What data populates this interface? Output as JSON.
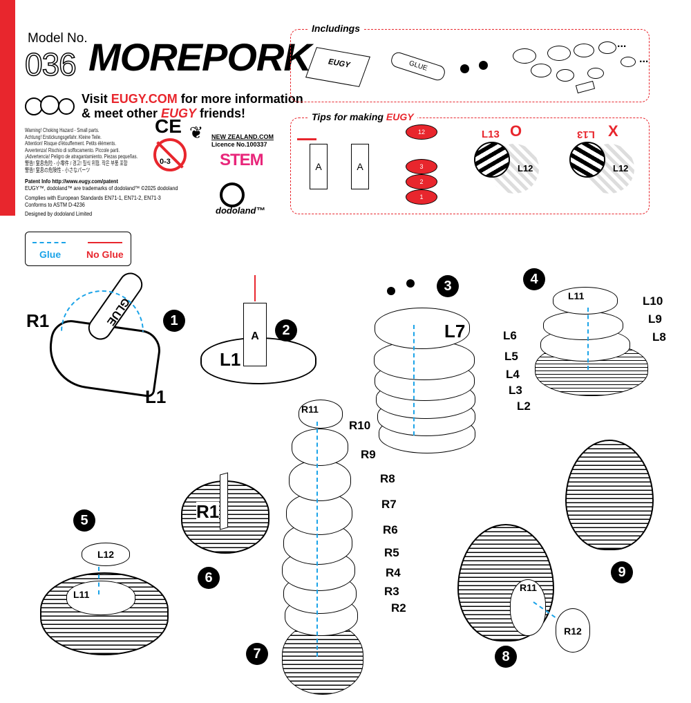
{
  "header": {
    "model_label": "Model No.",
    "model_number": "036",
    "title": "MOREPORK",
    "visit_prefix": "Visit ",
    "visit_site": "EUGY.COM",
    "visit_suffix": " for more information",
    "meet_prefix": "& meet other ",
    "meet_brand": "EUGY",
    "meet_suffix": " friends!"
  },
  "warnings": [
    "Warning! Choking Hazard - Small parts.",
    "Achtung! Erstickungsgefahr. Kleine Teile.",
    "Attention! Risque d'étouffement. Petits éléments.",
    "Avvertenza! Rischio di soffocamento. Piccole parti.",
    "¡Advertencia! Peligro de atragantamiento. Piezas pequeñas.",
    "警告! 窒息危险 - 小零件 / 경고! 질식 위험. 작은 부품 포함",
    "警告! 窒息の危険性 - 小さなパーツ"
  ],
  "ce_mark": "CE",
  "age_label": "0-3",
  "legal": {
    "patent": "Patent Info http://www.eugy.com/patent",
    "trademark": "EUGY™, dodoland™ are trademarks of dodoland™ ©2025 dodoland",
    "standards1": "Complies with European Standards EN71-1, EN71-2, EN71-3",
    "standards2": "Conforms to ASTM D-4236",
    "designer": "Designed by dodoland Limited"
  },
  "logos": {
    "nz_site": "NEW ZEALAND.COM",
    "nz_licence": "Licence No.100337",
    "stem": "STEM",
    "dodoland": "dodoland™"
  },
  "includings": {
    "title": "Includings",
    "glue_label": "GLUE",
    "brand": "EUGY",
    "more": "..."
  },
  "tips": {
    "title_prefix": "Tips for making",
    "brand": "EUGY",
    "piece_letter": "A",
    "stack_numbers": [
      "12",
      "3",
      "2",
      "1"
    ],
    "correct_mark": "O",
    "wrong_mark": "X",
    "tip_l13": "L13",
    "tip_l12": "L12"
  },
  "legend": {
    "glue": "Glue",
    "no_glue": "No Glue"
  },
  "steps": [
    "1",
    "2",
    "3",
    "4",
    "5",
    "6",
    "7",
    "8",
    "9"
  ],
  "labels": {
    "glue_tube": "GLUE",
    "r1": "R1",
    "l1": "L1",
    "a": "A",
    "l7": "L7",
    "l6": "L6",
    "l5": "L5",
    "l4": "L4",
    "l3": "L3",
    "l2": "L2",
    "l11": "L11",
    "l10": "L10",
    "l9": "L9",
    "l8": "L8",
    "l12": "L12",
    "r11": "R11",
    "r10": "R10",
    "r9": "R9",
    "r8": "R8",
    "r7": "R7",
    "r6": "R6",
    "r5": "R5",
    "r4": "R4",
    "r3": "R3",
    "r2": "R2",
    "r12": "R12"
  },
  "colors": {
    "accent": "#e8262d",
    "glue": "#1aa3e8"
  }
}
